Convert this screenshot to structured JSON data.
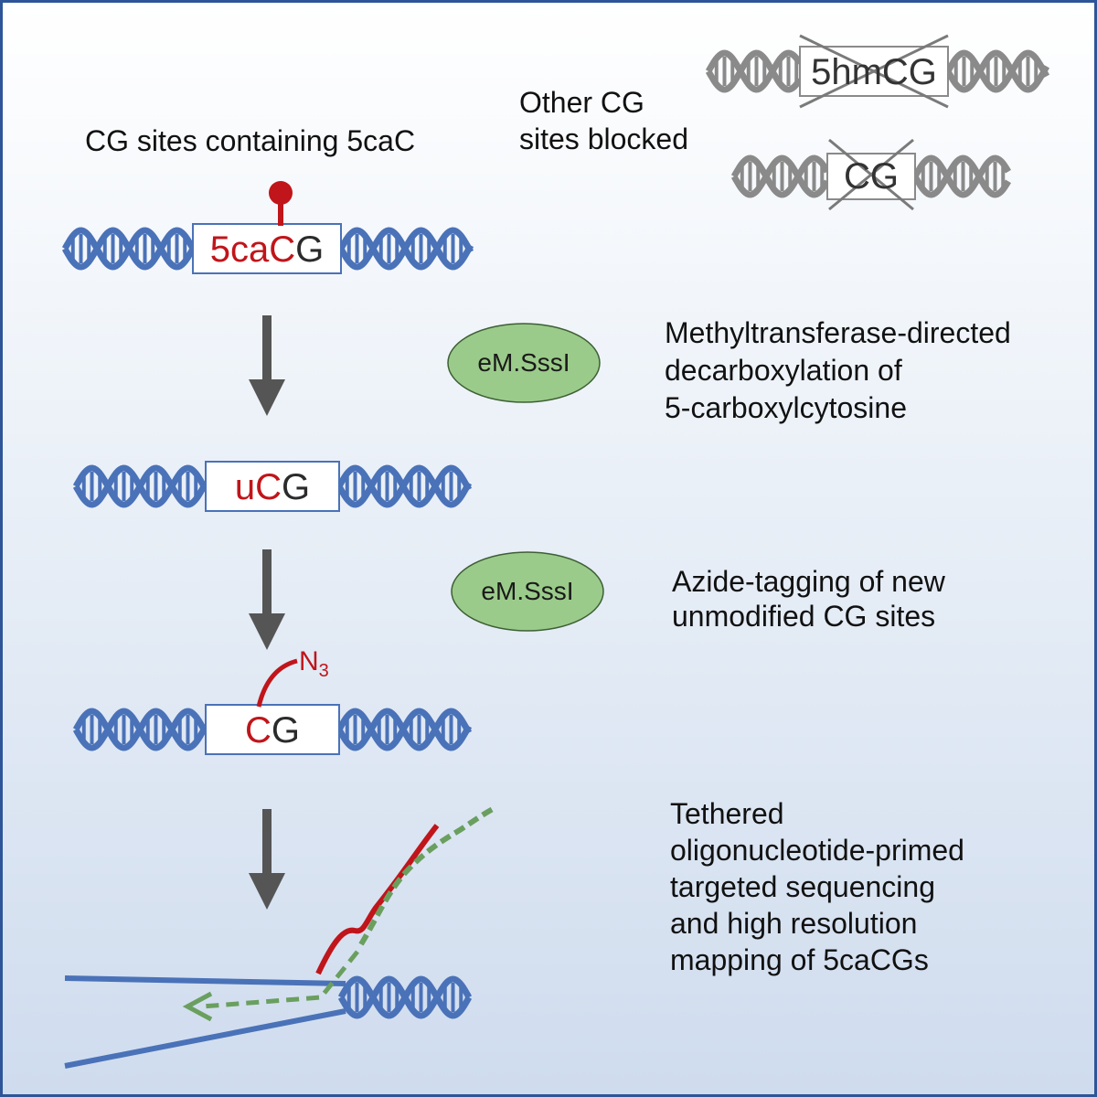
{
  "labels": {
    "cg_sites": "CG sites containing 5caC",
    "other_cg_line1": "Other CG",
    "other_cg_line2": "sites blocked",
    "step1_lines": [
      "Methyltransferase-directed",
      "decarboxylation of",
      "5-carboxylcytosine"
    ],
    "step2_lines": [
      "Azide-tagging of new",
      "unmodified CG sites"
    ],
    "step3_lines": [
      "Tethered",
      "oligonucleotide-primed",
      "targeted sequencing",
      "and high resolution",
      "mapping of 5caCGs"
    ]
  },
  "enzymes": [
    "eM.SssI",
    "eM.SssI"
  ],
  "blocked_sites": [
    "5hmCG",
    "CG"
  ],
  "site_1": {
    "modified": "5caC",
    "plain": "G"
  },
  "site_2": {
    "modified": "uC",
    "plain": "G"
  },
  "site_3": {
    "modified": "C",
    "plain": "G",
    "tag": "N",
    "tag_subscript": "3"
  },
  "colors": {
    "dna_blue": "#4a72b8",
    "blocked_gray": "#8a8a8a",
    "modification_red": "#c0151a",
    "enzyme_green": "#9bcb8a",
    "primer_green": "#6a9f5f",
    "arrow_gray": "#555555",
    "border": "#2e5597"
  }
}
